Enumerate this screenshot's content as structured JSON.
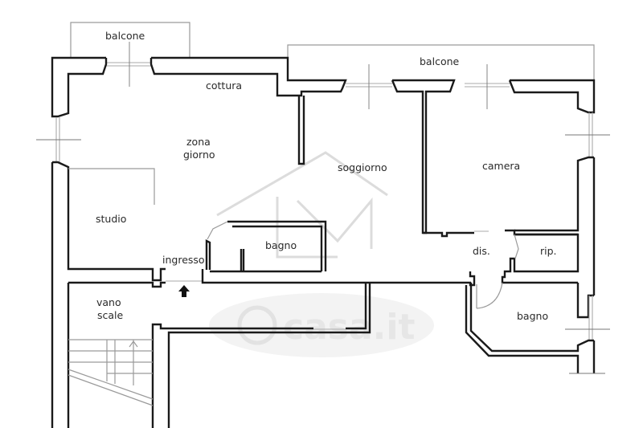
{
  "plan": {
    "rooms": {
      "balcone_left": "balcone",
      "balcone_right": "balcone",
      "cottura": "cottura",
      "zona": "zona",
      "giorno": "giorno",
      "soggiorno": "soggiorno",
      "camera": "camera",
      "studio": "studio",
      "bagno_center": "bagno",
      "ingresso": "ingresso",
      "dis": "dis.",
      "rip": "rip.",
      "vano": "vano",
      "scale": "scale",
      "bagno_right": "bagno"
    },
    "watermark": {
      "brand": "casa.it",
      "logo_letters": "LM"
    }
  }
}
